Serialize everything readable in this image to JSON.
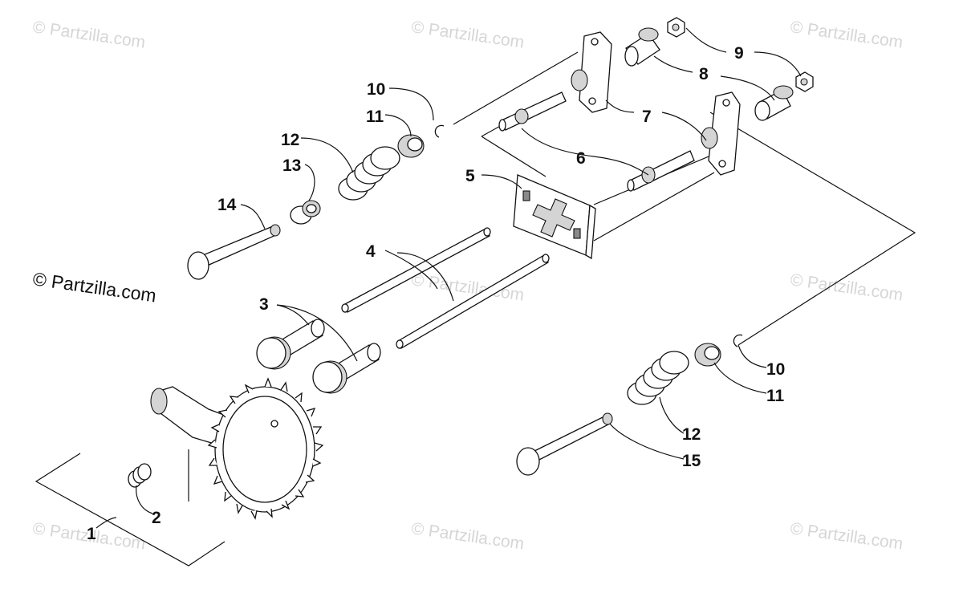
{
  "watermark_text": "© Partzilla.com",
  "copyright_text": "© Partzilla.com",
  "callouts": [
    "1",
    "2",
    "3",
    "4",
    "5",
    "6",
    "7",
    "8",
    "9",
    "10",
    "11",
    "12",
    "13",
    "14",
    "10",
    "11",
    "12",
    "15"
  ]
}
